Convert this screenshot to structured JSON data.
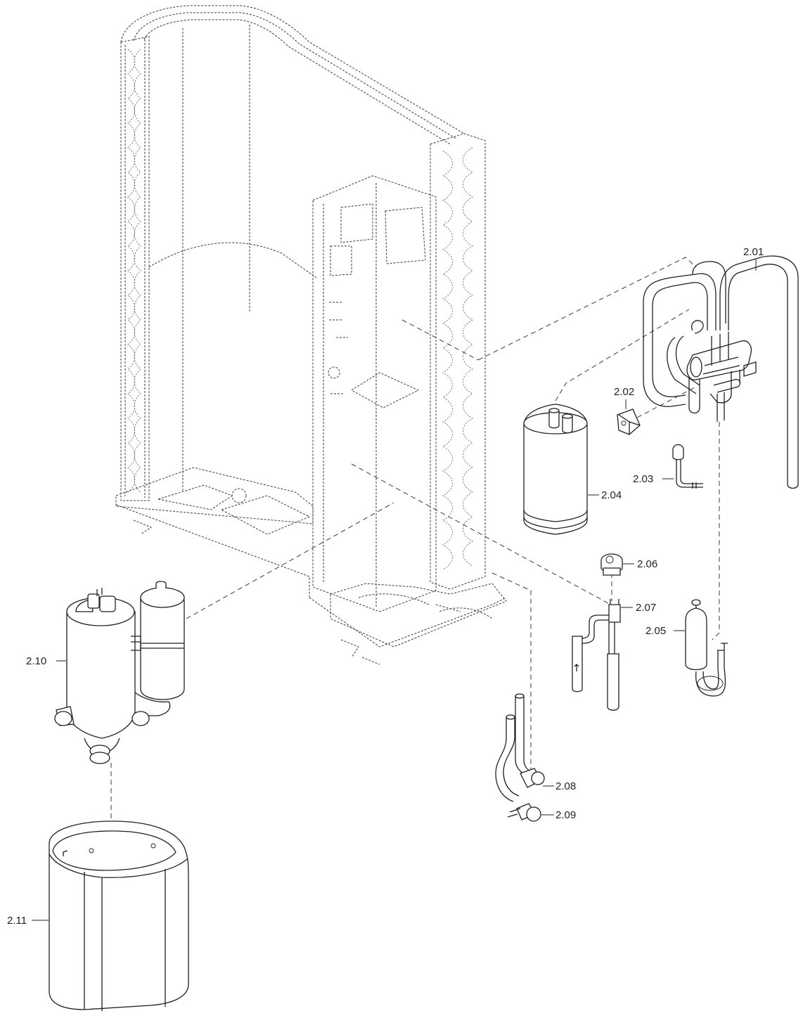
{
  "parts": [
    {
      "id": "2.01",
      "icon": "four-way-valve-piping-icon"
    },
    {
      "id": "2.02",
      "icon": "valve-coil-icon"
    },
    {
      "id": "2.03",
      "icon": "temperature-sensor-icon"
    },
    {
      "id": "2.04",
      "icon": "accumulator-icon"
    },
    {
      "id": "2.05",
      "icon": "receiver-icon"
    },
    {
      "id": "2.06",
      "icon": "expansion-valve-coil-icon"
    },
    {
      "id": "2.07",
      "icon": "expansion-valve-icon"
    },
    {
      "id": "2.08",
      "icon": "service-valve-icon"
    },
    {
      "id": "2.09",
      "icon": "service-valve-icon"
    },
    {
      "id": "2.10",
      "icon": "compressor-icon"
    },
    {
      "id": "2.11",
      "icon": "compressor-jacket-icon"
    }
  ]
}
